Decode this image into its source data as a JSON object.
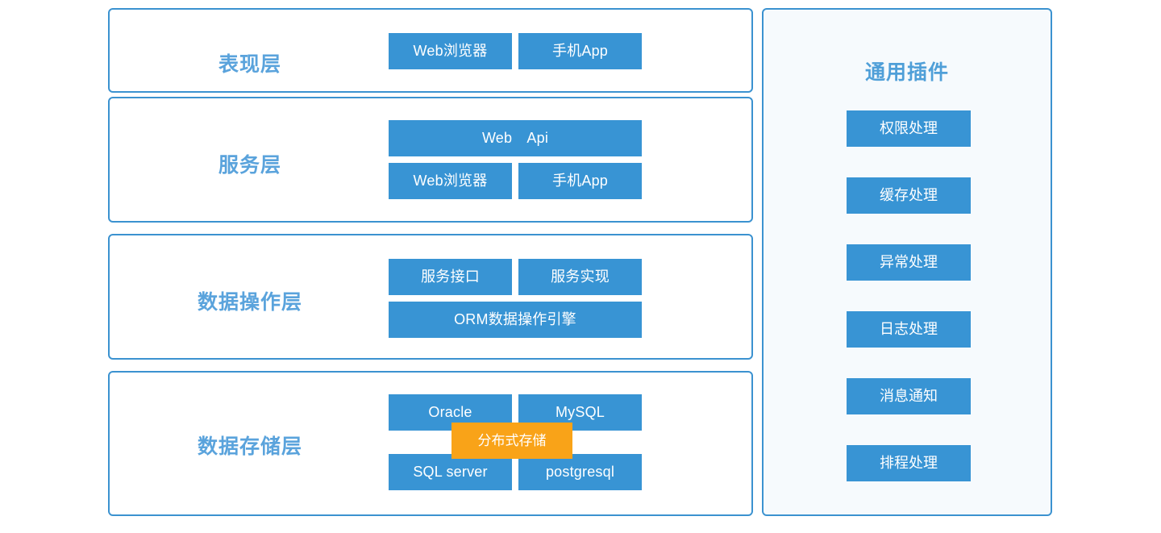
{
  "colors": {
    "box_blue": "#3894d4",
    "panel_border": "#3b92d0",
    "title_blue": "#5aa3dc",
    "accent_orange": "#f9a318",
    "plugin_panel_bg": "#f6fafd",
    "panel_bg": "#ffffff"
  },
  "layers": [
    {
      "title": "表现层",
      "rows": [
        {
          "boxes": [
            {
              "label": "Web浏览器",
              "size": "half"
            },
            {
              "label": "手机App",
              "size": "half"
            }
          ]
        }
      ]
    },
    {
      "title": "服务层",
      "rows": [
        {
          "boxes": [
            {
              "label": "Web　Api",
              "size": "full"
            }
          ]
        },
        {
          "boxes": [
            {
              "label": "Web浏览器",
              "size": "half"
            },
            {
              "label": "手机App",
              "size": "half"
            }
          ]
        }
      ]
    },
    {
      "title": "数据操作层",
      "rows": [
        {
          "boxes": [
            {
              "label": "服务接口",
              "size": "half"
            },
            {
              "label": "服务实现",
              "size": "half"
            }
          ]
        },
        {
          "boxes": [
            {
              "label": "ORM数据操作引擎",
              "size": "full"
            }
          ]
        }
      ]
    },
    {
      "title": "数据存储层",
      "rows": [
        {
          "boxes": [
            {
              "label": "Oracle",
              "size": "half"
            },
            {
              "label": "MySQL",
              "size": "half"
            }
          ]
        },
        {
          "boxes": [
            {
              "label": "SQL server",
              "size": "half"
            },
            {
              "label": "postgresql",
              "size": "half"
            }
          ]
        }
      ],
      "overlay": {
        "label": "分布式存储"
      }
    }
  ],
  "plugins": {
    "title": "通用插件",
    "items": [
      {
        "label": "权限处理"
      },
      {
        "label": "缓存处理"
      },
      {
        "label": "异常处理"
      },
      {
        "label": "日志处理"
      },
      {
        "label": "消息通知"
      },
      {
        "label": "排程处理"
      }
    ]
  }
}
